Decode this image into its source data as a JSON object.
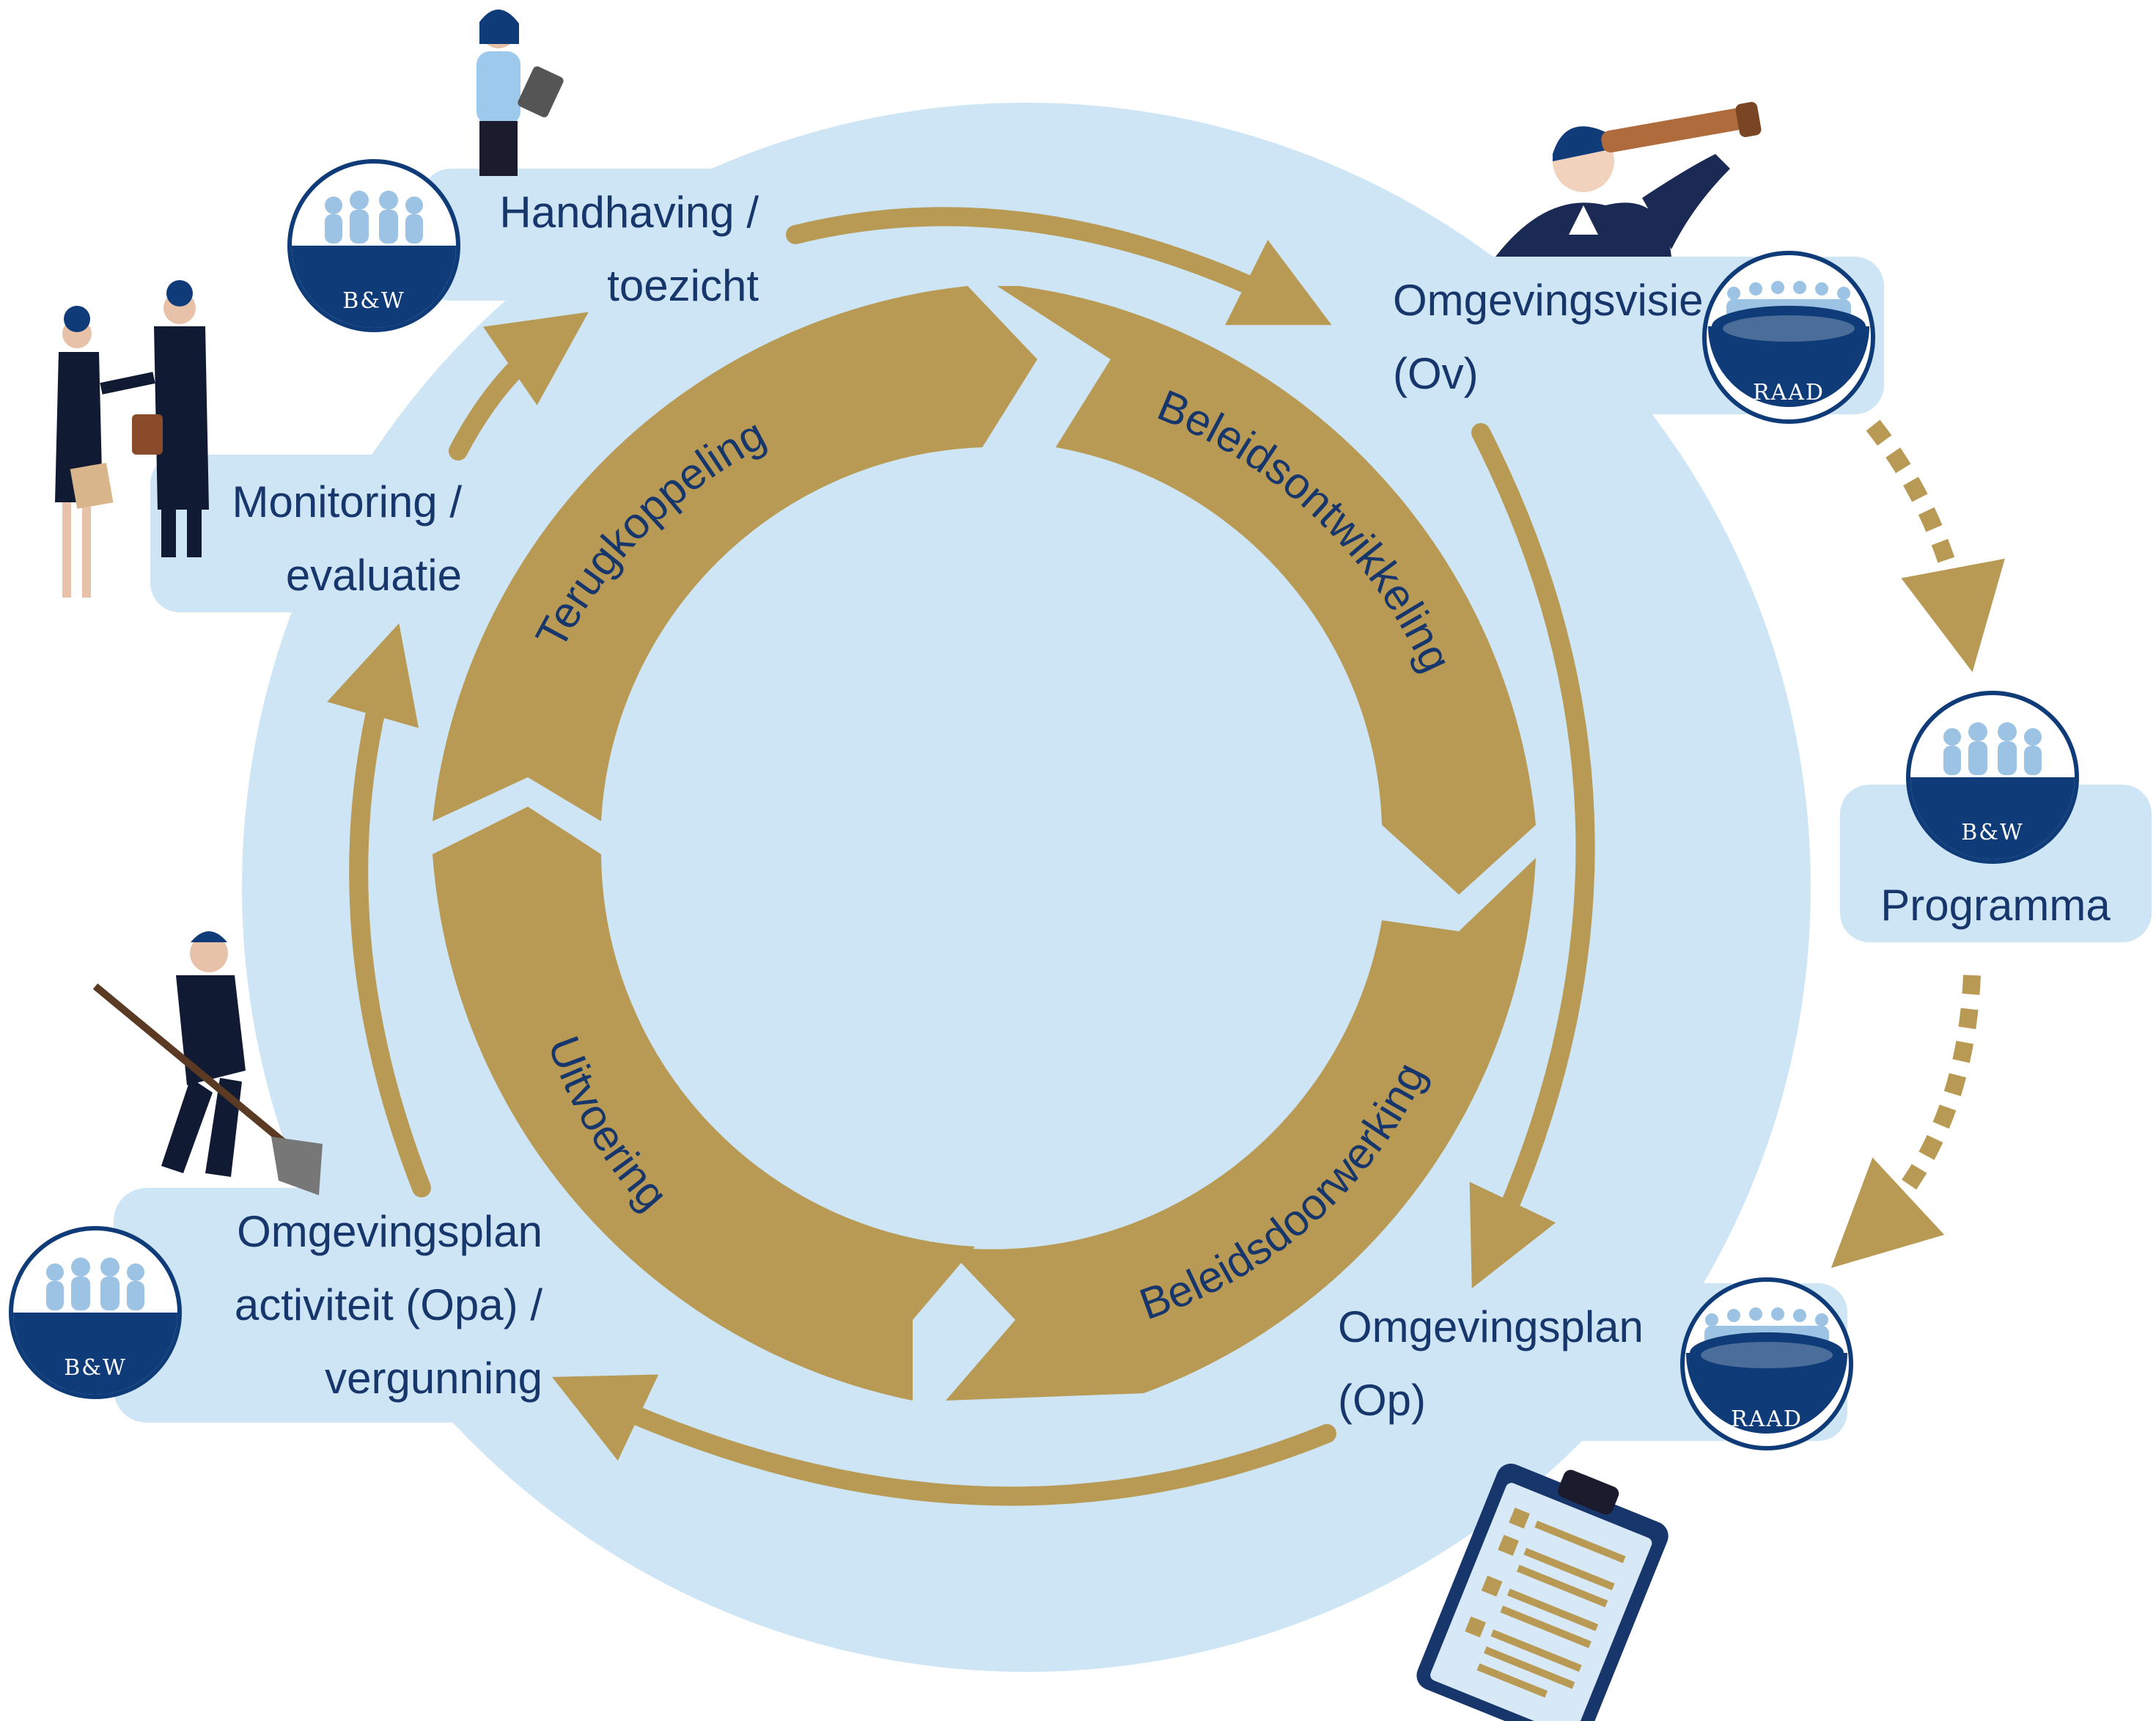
{
  "colors": {
    "light_blue": "#cde5f5",
    "gold": "#b89a54",
    "navy": "#17366b",
    "badge_blue": "#0f3c78"
  },
  "cycle_segments": [
    {
      "label": "Beleidsontwikkeling"
    },
    {
      "label": "Beleidsdoorwerking"
    },
    {
      "label": "Uitvoering"
    },
    {
      "label": "Terugkoppeling"
    }
  ],
  "stations": {
    "handhaving": {
      "line1": "Handhaving /",
      "line2": "toezicht",
      "badge": "B&W",
      "figure": "woman-with-tablet-icon"
    },
    "omgevingsvisie": {
      "line1": "Omgevingsvisie",
      "line2": "(Ov)",
      "badge": "RAAD",
      "figure": "man-with-telescope-icon"
    },
    "programma": {
      "line1": "Programma",
      "badge": "B&W"
    },
    "omgevingsplan": {
      "line1": "Omgevingsplan",
      "line2": "(Op)",
      "badge": "RAAD",
      "figure": "clipboard-checklist-icon"
    },
    "opa": {
      "line1": "Omgevingsplan",
      "line2": "activiteit (Opa) /",
      "line3": "vergunning",
      "badge": "B&W",
      "figure": "man-with-shovel-icon"
    },
    "monitoring": {
      "line1": "Monitoring /",
      "line2": "evaluatie",
      "figure": "handshake-people-icon"
    }
  }
}
